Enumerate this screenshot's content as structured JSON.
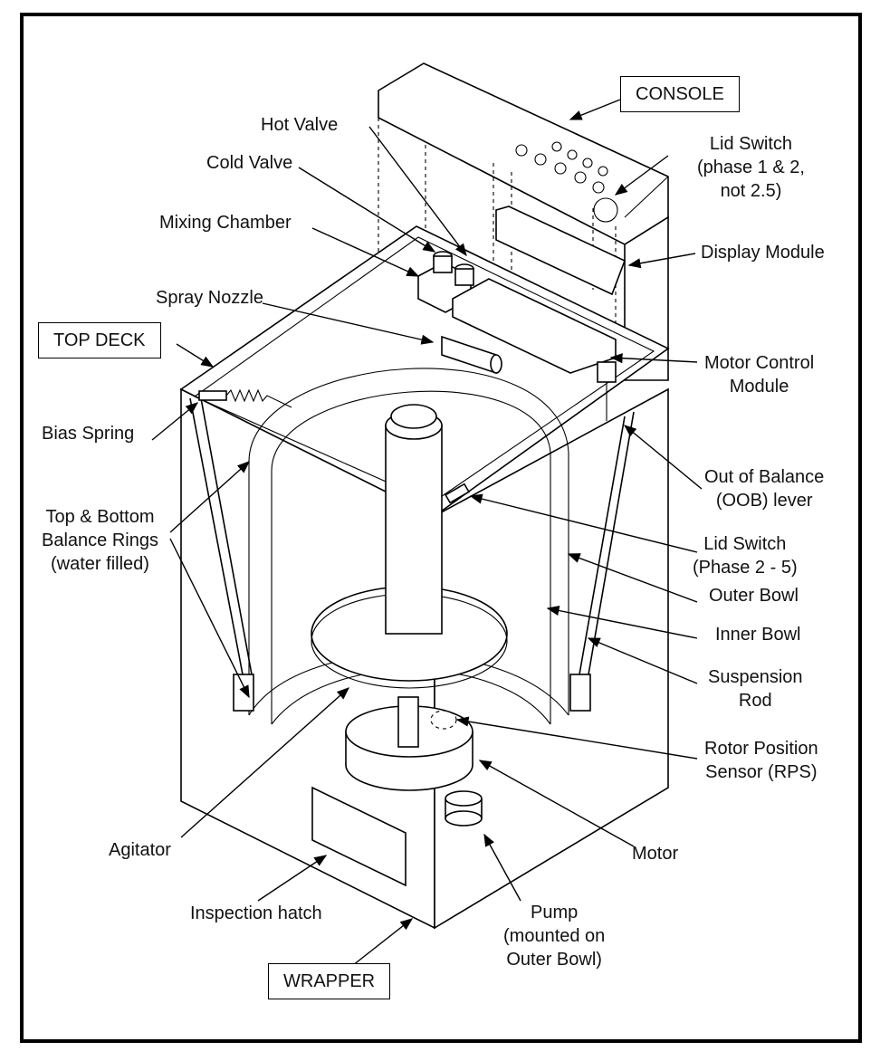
{
  "labels": {
    "console": "CONSOLE",
    "hot_valve": "Hot Valve",
    "cold_valve": "Cold Valve",
    "lid_switch_top": [
      "Lid Switch",
      "(phase 1 & 2,",
      "not 2.5)"
    ],
    "mixing_chamber": "Mixing Chamber",
    "display_module": "Display Module",
    "spray_nozzle": "Spray Nozzle",
    "top_deck": "TOP DECK",
    "motor_control_module": [
      "Motor Control",
      "Module"
    ],
    "bias_spring": "Bias Spring",
    "out_of_balance": [
      "Out of Balance",
      "(OOB) lever"
    ],
    "balance_rings": [
      "Top & Bottom",
      "Balance Rings",
      "(water filled)"
    ],
    "lid_switch_bottom": [
      "Lid Switch",
      "(Phase 2 - 5)"
    ],
    "outer_bowl": "Outer Bowl",
    "inner_bowl": "Inner Bowl",
    "suspension_rod": [
      "Suspension",
      "Rod"
    ],
    "rotor_position_sensor": [
      "Rotor Position",
      "Sensor (RPS)"
    ],
    "agitator": "Agitator",
    "motor": "Motor",
    "inspection_hatch": "Inspection hatch",
    "pump": [
      "Pump",
      "(mounted on",
      "Outer Bowl)"
    ],
    "wrapper": "WRAPPER"
  }
}
